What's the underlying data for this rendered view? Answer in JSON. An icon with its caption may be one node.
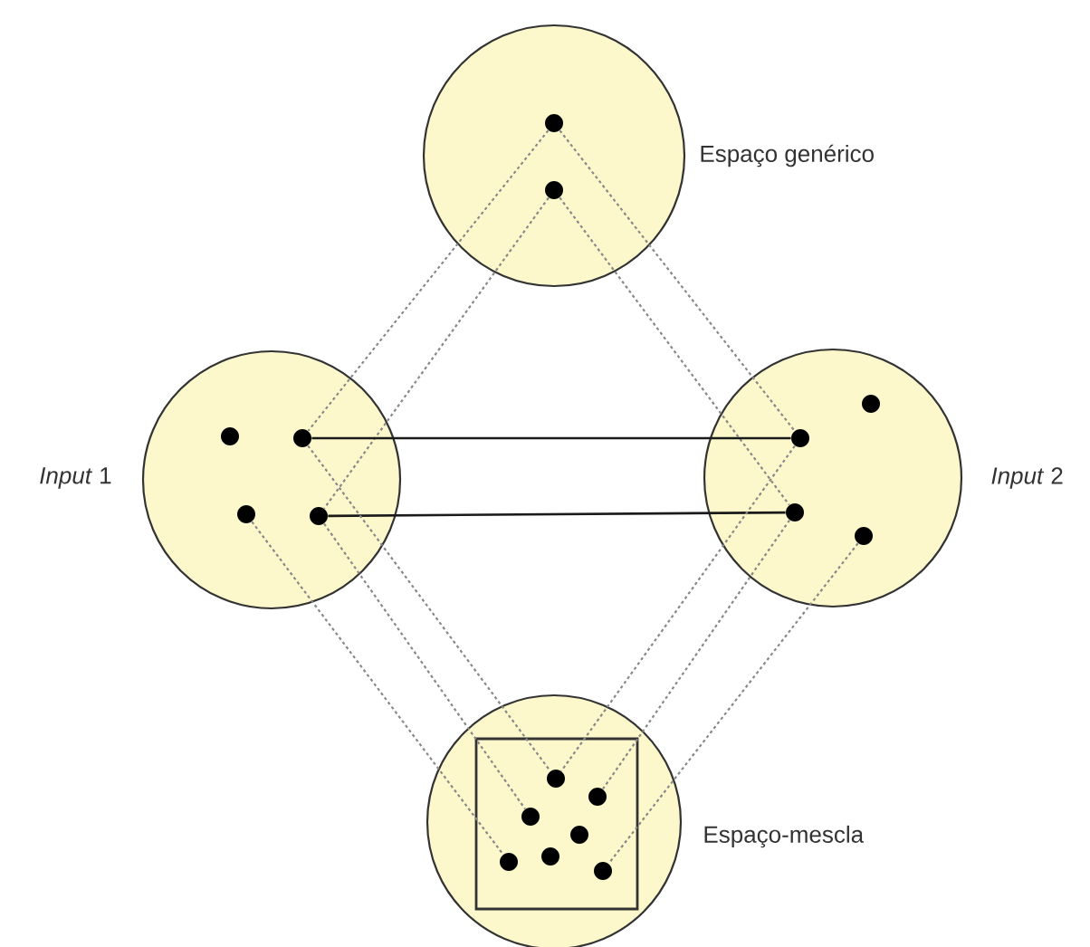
{
  "diagram": {
    "nodes": [
      {
        "text": [],
        "shape": "circle",
        "beside": [
          "Espaço genérico"
        ]
      },
      {
        "text": [],
        "shape": "circle",
        "in": 0
      },
      {
        "text": [],
        "shape": "circle",
        "in": 0
      },
      {
        "text": [],
        "shape": "circle",
        "beside": [
          "*Input* 1"
        ]
      },
      {
        "text": [],
        "shape": "circle",
        "in": 3
      },
      {
        "text": [],
        "shape": "circle",
        "in": 3
      },
      {
        "text": [],
        "shape": "circle",
        "in": 3
      },
      {
        "text": [],
        "shape": "circle",
        "in": 3
      },
      {
        "text": [],
        "shape": "circle",
        "beside": [
          "*Input* 2"
        ]
      },
      {
        "text": [],
        "shape": "circle",
        "in": 8
      },
      {
        "text": [],
        "shape": "circle",
        "in": 8
      },
      {
        "text": [],
        "shape": "circle",
        "in": 8
      },
      {
        "text": [],
        "shape": "circle",
        "in": 8
      },
      {
        "text": [],
        "shape": "circle",
        "beside": [
          "Espaço-mescla"
        ]
      },
      {
        "text": [],
        "shape": "box",
        "in": 13
      },
      {
        "text": [],
        "shape": "circle",
        "in": 14
      },
      {
        "text": [],
        "shape": "circle",
        "in": 14
      },
      {
        "text": [],
        "shape": "circle",
        "in": 14
      },
      {
        "text": [],
        "shape": "circle",
        "in": 14
      },
      {
        "text": [],
        "shape": "circle",
        "in": 14
      },
      {
        "text": [],
        "shape": "circle",
        "in": 14
      },
      {
        "text": [],
        "shape": "circle",
        "in": 14
      }
    ],
    "edges": [
      {
        "from": 1,
        "to": 5,
        "arrow": "none",
        "style": "dashed"
      },
      {
        "from": 1,
        "to": 10,
        "arrow": "none",
        "style": "dashed"
      },
      {
        "from": 2,
        "to": 7,
        "arrow": "none",
        "style": "dashed"
      },
      {
        "from": 2,
        "to": 11,
        "arrow": "none",
        "style": "dashed"
      },
      {
        "from": 5,
        "to": 10,
        "arrow": "none",
        "color": "#1a1a1a"
      },
      {
        "from": 7,
        "to": 11,
        "arrow": "none",
        "color": "#1a1a1a"
      },
      {
        "from": 5,
        "to": 15,
        "arrow": "none",
        "style": "dashed"
      },
      {
        "from": 6,
        "to": 20,
        "arrow": "none",
        "style": "dashed"
      },
      {
        "from": 7,
        "to": 17,
        "arrow": "none",
        "style": "dashed"
      },
      {
        "from": 10,
        "to": 15,
        "arrow": "none",
        "style": "dashed"
      },
      {
        "from": 11,
        "to": 16,
        "arrow": "none",
        "style": "dashed"
      },
      {
        "from": 12,
        "to": 21,
        "arrow": "none",
        "style": "dashed"
      }
    ]
  }
}
